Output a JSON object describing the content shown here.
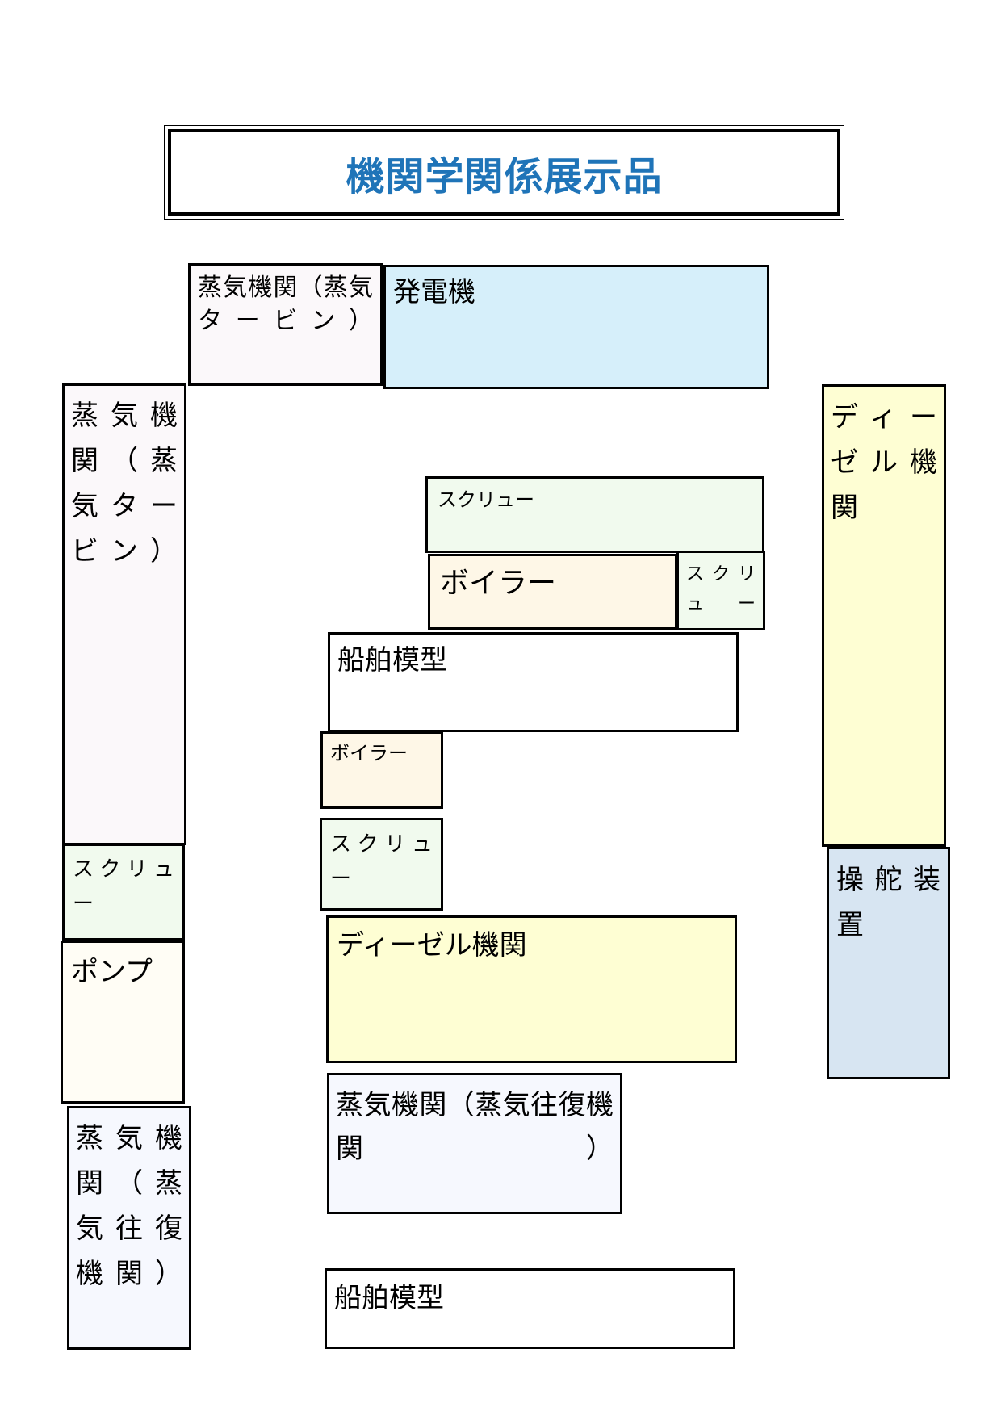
{
  "title": "機関学関係展示品",
  "exhibits": {
    "steam_turbine_top": "蒸気機関（蒸気タービン）",
    "generator": "発電機",
    "steam_turbine_left": "蒸気機関（蒸気タービン）",
    "diesel_right": "ディーゼル機関",
    "screw_wide": "スクリュー",
    "boiler_mid": "ボイラー",
    "screw_small_right": "スクリュー",
    "ship_model_1": "船舶模型",
    "boiler_small": "ボイラー",
    "screw_small_center": "スクリュー",
    "screw_left": "スクリュー",
    "diesel_center": "ディーゼル機関",
    "steering_gear": "操舵装置",
    "pump": "ポンプ",
    "steam_recip_center": "蒸気機関（蒸気往復機関）",
    "steam_recip_left": "蒸気機関（蒸気往復機関）",
    "ship_model_2": "船舶模型"
  },
  "colors": {
    "title": "#1f74b8",
    "generator": "#d6effa",
    "diesel": "#fefed3",
    "screw": "#f1faee",
    "boiler": "#fef7e7",
    "steering": "#d7e5f2"
  }
}
